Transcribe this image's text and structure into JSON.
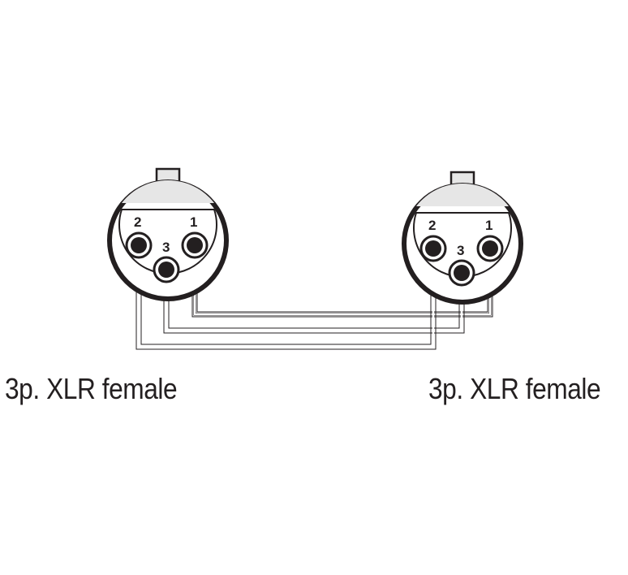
{
  "connectors": [
    {
      "id": "left",
      "caption": "3p. XLR female",
      "pins": [
        {
          "number": "2"
        },
        {
          "number": "1"
        },
        {
          "number": "3"
        }
      ]
    },
    {
      "id": "right",
      "caption": "3p. XLR female",
      "pins": [
        {
          "number": "2"
        },
        {
          "number": "1"
        },
        {
          "number": "3"
        }
      ]
    }
  ],
  "colors": {
    "line": "#231f20",
    "shell_fill": "#ffffff",
    "latch_fill": "#e6e6e6"
  }
}
